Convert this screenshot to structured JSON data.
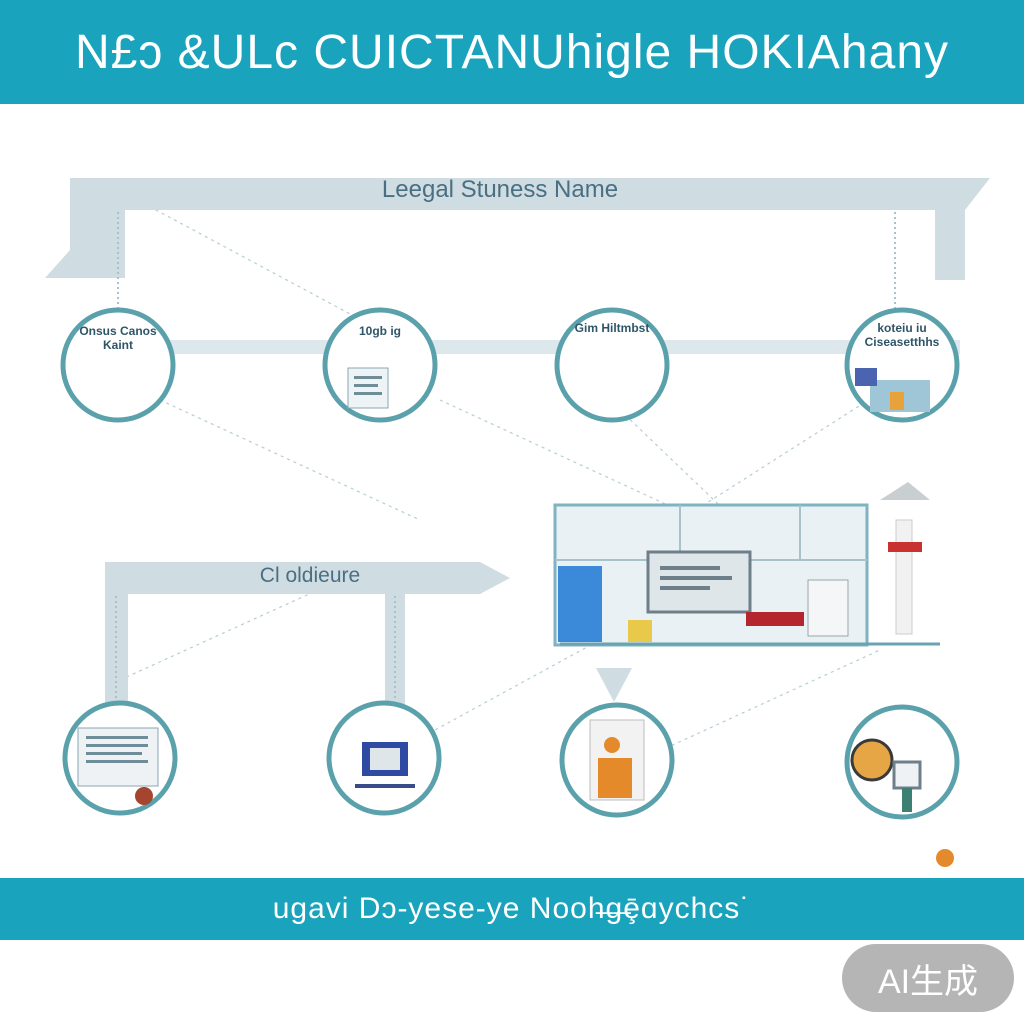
{
  "header": {
    "title": "N£ɔ &ULc CUICTANUhigle HOKIAhany"
  },
  "footer": {
    "text": "ugavi Dɔ-yese-ye Nooh̶g̶ȩ̄ɑychcs˙"
  },
  "diagram": {
    "main_label": "Leegal Stuness Name",
    "sub_label": "Cl oldieure",
    "top_nodes": [
      {
        "label": "Onsus Canos Kaint"
      },
      {
        "label": "10gb ig"
      },
      {
        "label": "Gim Hiltmbst"
      },
      {
        "label": "koteiu iu Ciseasetthhs"
      }
    ],
    "bottom_nodes": [
      {
        "label": ""
      },
      {
        "label": ""
      },
      {
        "label": ""
      },
      {
        "label": ""
      }
    ]
  },
  "badge": {
    "text": "AI生成"
  },
  "colors": {
    "band": "#1aa3bd",
    "node_ring": "#5aa1ab",
    "connector": "#cfdde3",
    "connector_dots": "#a8c2cc"
  }
}
